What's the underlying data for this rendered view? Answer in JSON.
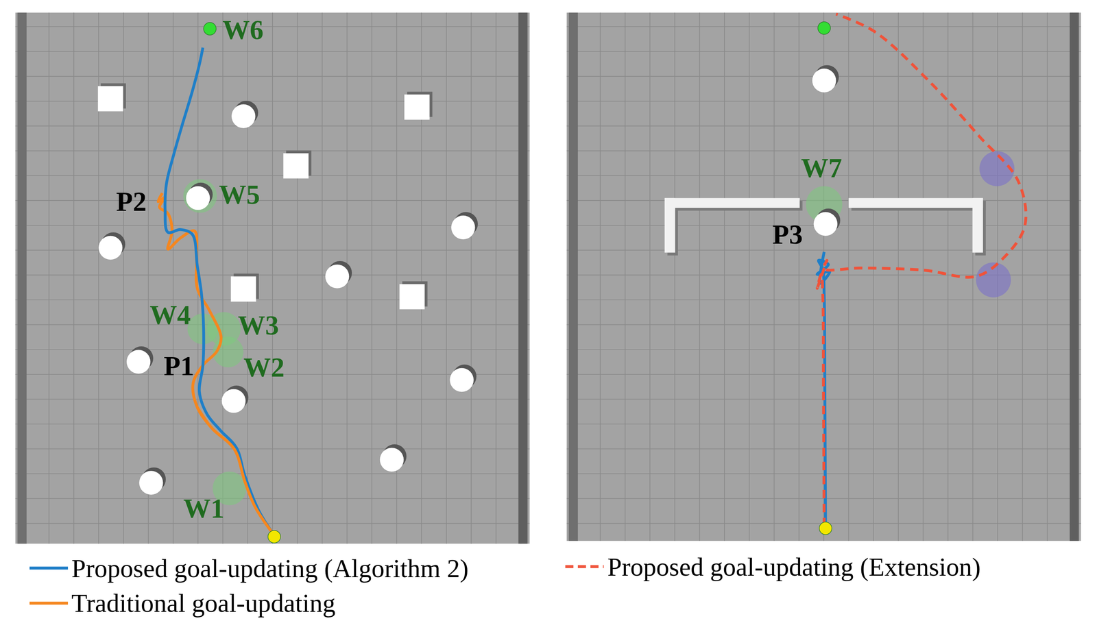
{
  "diagram": {
    "labels": [
      "W6",
      "P2",
      "W5",
      "W4",
      "W3",
      "P1",
      "W2",
      "W1",
      "W7",
      "P3"
    ],
    "legend": [
      {
        "text": "Proposed goal-updating (Algorithm 2)"
      },
      {
        "text": "Traditional goal-updating"
      },
      {
        "text": "Proposed goal-updating (Extension)"
      }
    ]
  }
}
